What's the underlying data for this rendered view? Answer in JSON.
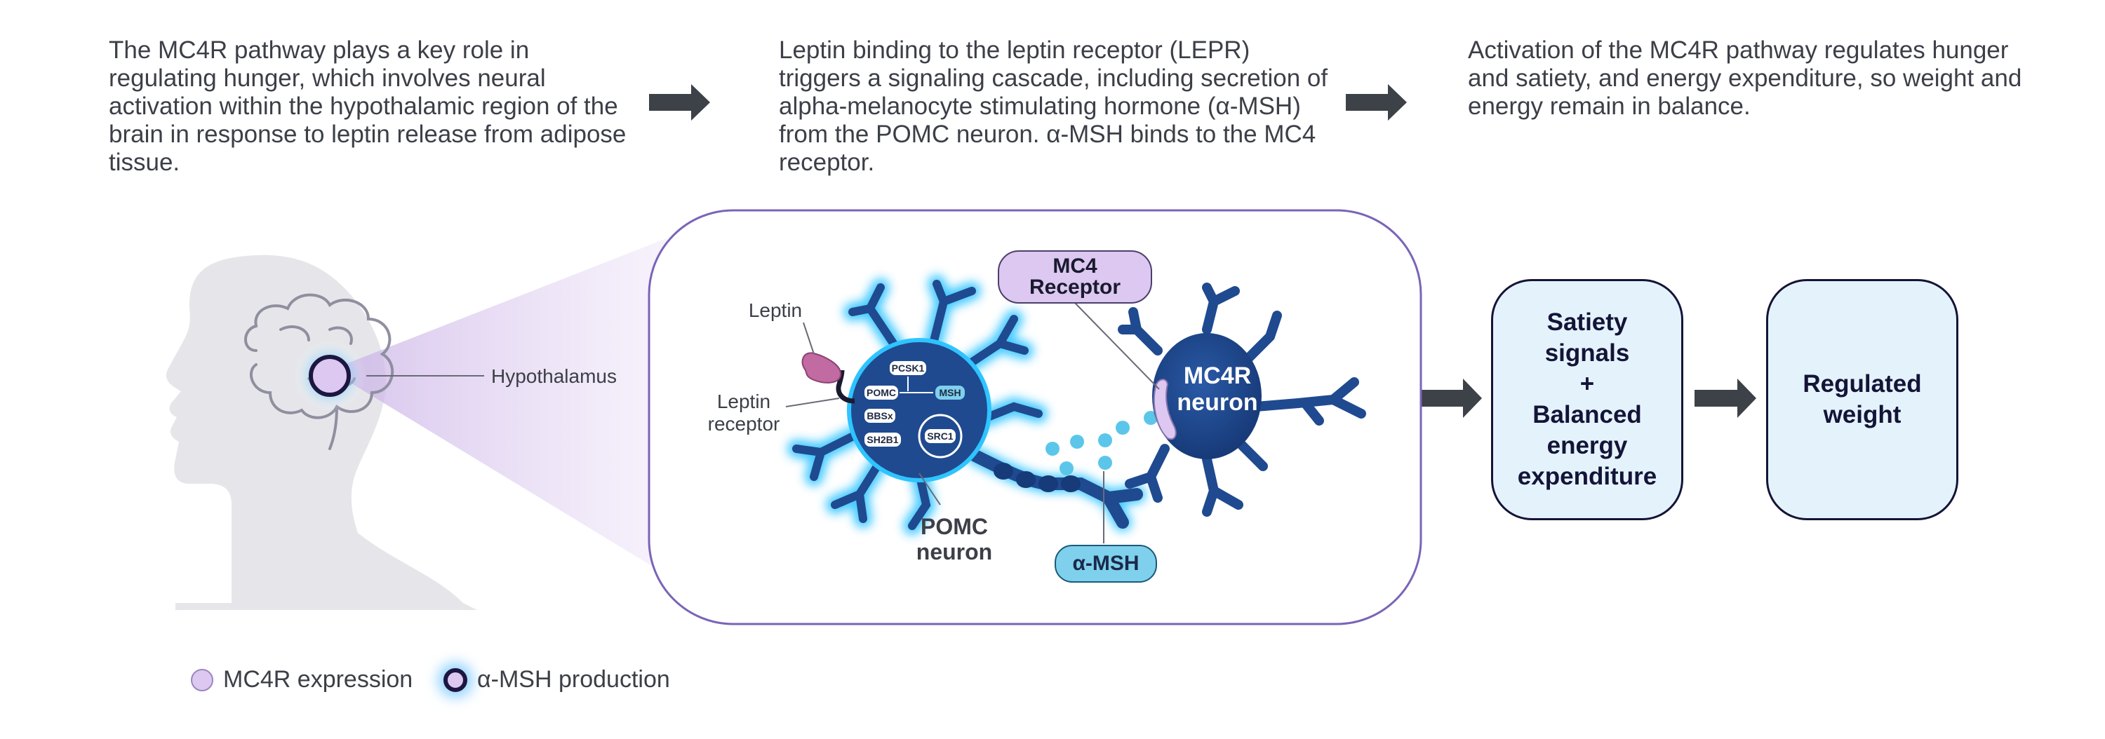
{
  "captions": {
    "step1": "The MC4R pathway plays a key role in regulating hunger, which involves neural activation within the hypothalamic region of the brain in response to leptin release from adipose tissue.",
    "step2": "Leptin binding to the leptin receptor (LEPR) triggers a signaling cascade, including secretion of alpha-melanocyte stimulating hormone (α-MSH) from the POMC neuron. α-MSH binds to the MC4 receptor.",
    "step3": "Activation of the MC4R pathway regulates hunger and satiety, and energy expenditure, so weight and energy remain in balance."
  },
  "labels": {
    "hypothalamus": "Hypothalamus",
    "leptin": "Leptin",
    "leptin_receptor_line1": "Leptin",
    "leptin_receptor_line2": "receptor",
    "pomc_neuron_line1": "POMC",
    "pomc_neuron_line2": "neuron",
    "mc4r_neuron_line1": "MC4R",
    "mc4r_neuron_line2": "neuron",
    "mc4_receptor_line1": "MC4",
    "mc4_receptor_line2": "Receptor",
    "amsh": "α-MSH"
  },
  "genes": {
    "pcsk1": "PCSK1",
    "pomc": "POMC",
    "msh": "MSH",
    "bbsx": "BBSx",
    "src1": "SRC1",
    "sh2b1": "SH2B1"
  },
  "outcomes": {
    "satiety_line1": "Satiety",
    "satiety_line2": "signals",
    "plus": "+",
    "energy_line1": "Balanced",
    "energy_line2": "energy",
    "energy_line3": "expenditure",
    "weight_line1": "Regulated",
    "weight_line2": "weight"
  },
  "legend": {
    "mc4r": "MC4R expression",
    "amsh": "α-MSH production"
  },
  "colors": {
    "neuron": "#1f4a90",
    "neuron_glow": "#2ec4ff",
    "panel_border": "#7a64b8",
    "cone": "#e6d9f3",
    "head": "#e6e6ea",
    "outcome_fill": "#e4f3fb",
    "arrow": "#3d4148"
  }
}
